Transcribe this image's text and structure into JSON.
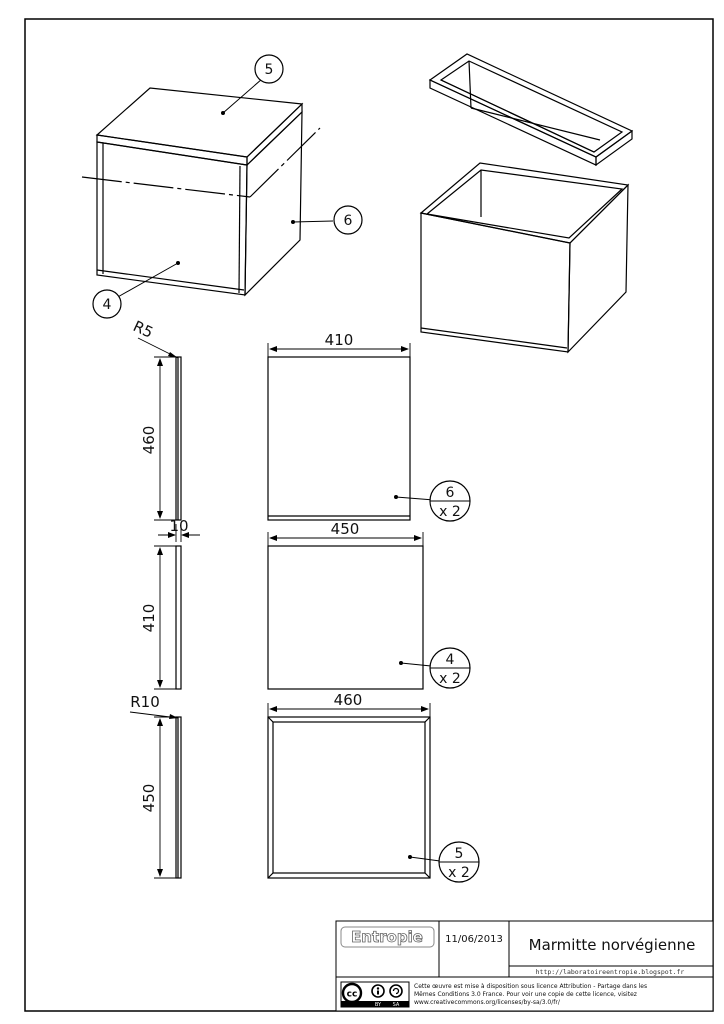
{
  "callouts": {
    "iso_lid": "5",
    "iso_side": "6",
    "iso_front": "4",
    "view6_num": "6",
    "view6_qty": "x 2",
    "view4_num": "4",
    "view4_qty": "x 2",
    "view5_num": "5",
    "view5_qty": "x 2"
  },
  "dimensions": {
    "radius_top": "R5",
    "height_1": "460",
    "width_1": "410",
    "thickness": "10",
    "width_2": "450",
    "height_2": "410",
    "radius_bottom": "R10",
    "width_3": "460",
    "height_3": "450"
  },
  "title_block": {
    "logo": "Entropie",
    "date": "11/06/2013",
    "title": "Marmitte norvégienne",
    "url": "http://laboratoireentropie.blogspot.fr",
    "license_line1": "Cette œuvre est mise à disposition sous licence Attribution - Partage dans les",
    "license_line2": "Mêmes Conditions 3.0 France. Pour voir une copie de cette licence, visitez",
    "license_line3": "www.creativecommons.org/licenses/by-sa/3.0/fr/",
    "cc_badge": "cc",
    "cc_by": "BY",
    "cc_sa": "SA"
  }
}
